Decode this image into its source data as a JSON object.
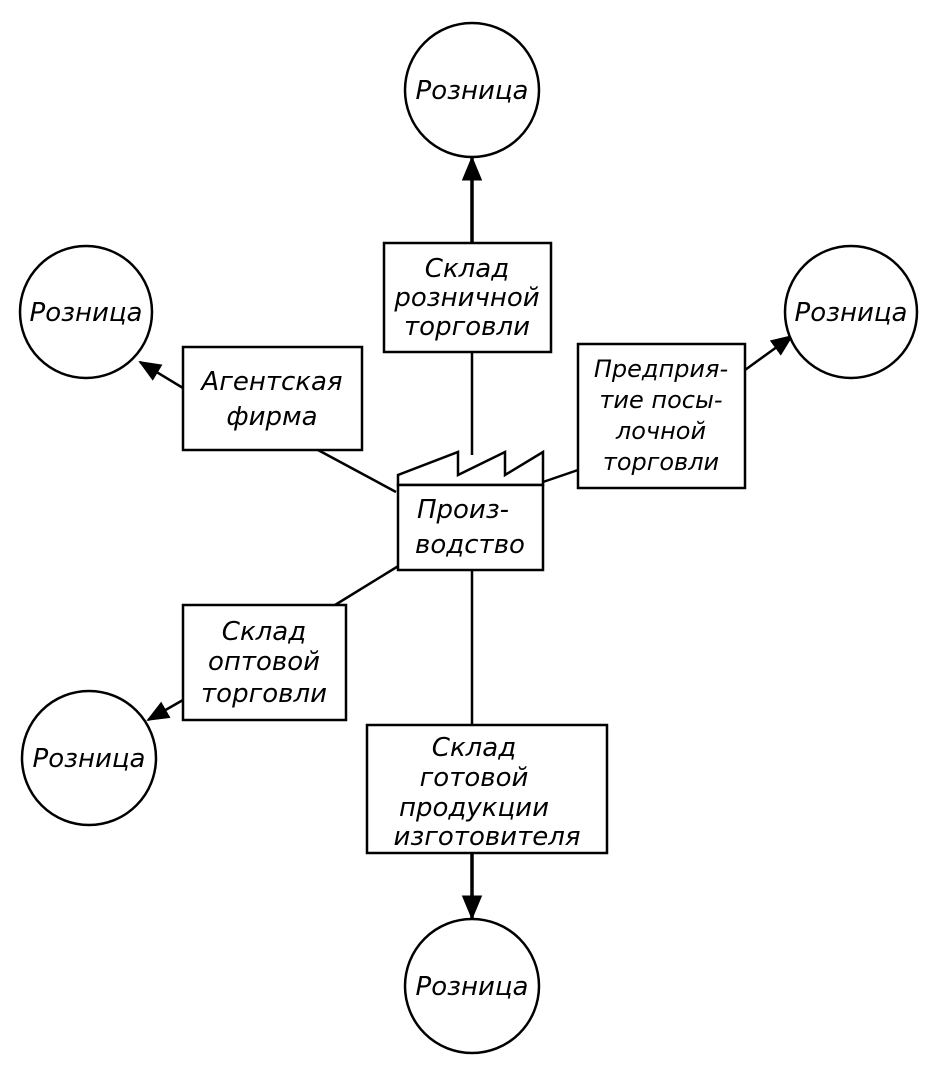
{
  "diagram": {
    "production": {
      "line1": "Произ-",
      "line2": "водство"
    },
    "retail_label": "Розница",
    "retail_warehouse": {
      "line1": "Склад",
      "line2": "розничной",
      "line3": "торговли"
    },
    "agent_firm": {
      "line1": "Агентская",
      "line2": "фирма"
    },
    "mail_order": {
      "line1": "Предприя-",
      "line2": "тие посы-",
      "line3": "лочной",
      "line4": "торговли"
    },
    "wholesale_warehouse": {
      "line1": "Склад",
      "line2": "оптовой",
      "line3": "торговли"
    },
    "manufacturer_warehouse": {
      "line1": "Склад",
      "line2": "готовой",
      "line3": "продукции",
      "line4": "изготовителя"
    }
  },
  "colors": {
    "stroke": "#000000",
    "background": "#ffffff"
  }
}
